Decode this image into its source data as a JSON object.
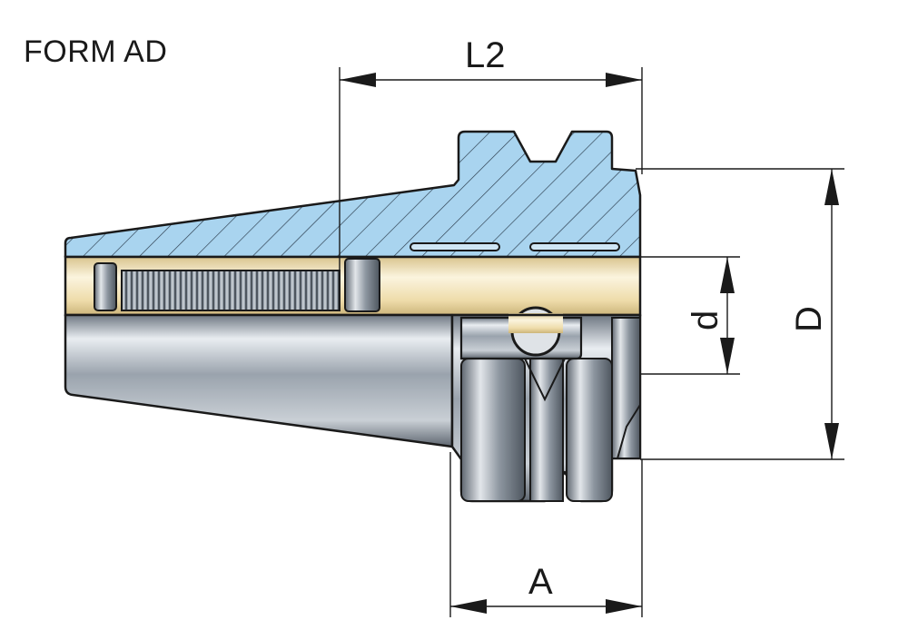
{
  "title": "FORM AD",
  "dimensions": {
    "L2": "L2",
    "d": "d",
    "D": "D",
    "A": "A"
  },
  "colors": {
    "section_blue": "#a9d4ef",
    "bore_yellow": "#f1e4b8",
    "steel": "#b8bfc7",
    "outline": "#1a1a1a"
  }
}
